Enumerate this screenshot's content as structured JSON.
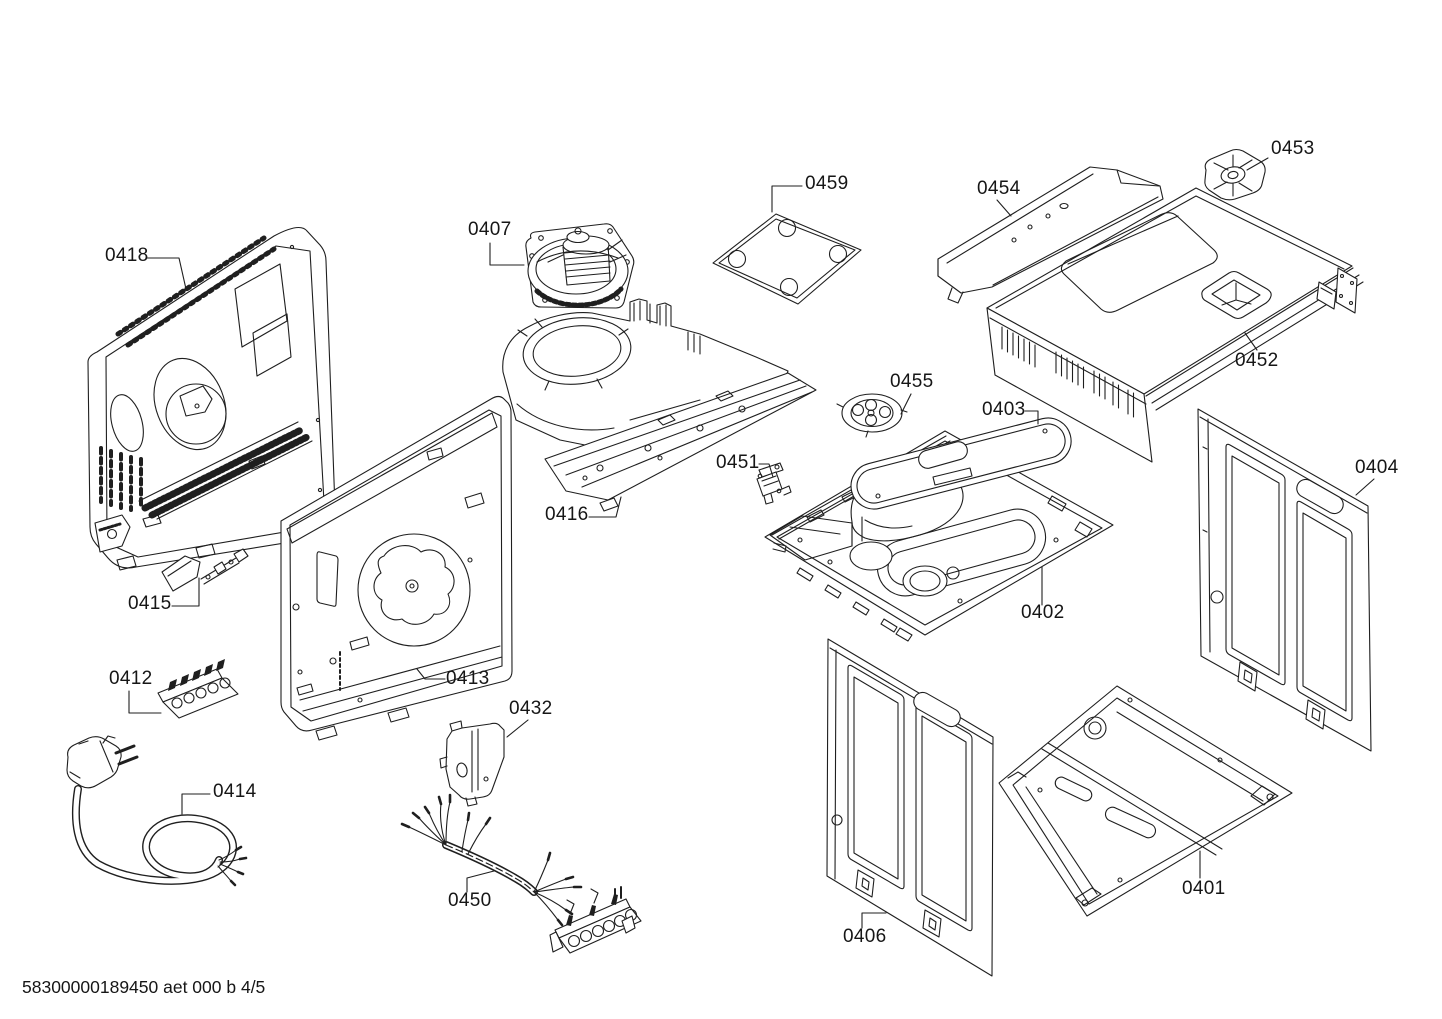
{
  "doc": {
    "footer": "58300000189450 aet 000 b 4/5",
    "background_color": "#ffffff",
    "line_color": "#1f1f1f"
  },
  "parts": {
    "p0401": "0401",
    "p0402": "0402",
    "p0403": "0403",
    "p0404": "0404",
    "p0406": "0406",
    "p0407": "0407",
    "p0412": "0412",
    "p0413": "0413",
    "p0414": "0414",
    "p0415": "0415",
    "p0416": "0416",
    "p0418": "0418",
    "p0432": "0432",
    "p0450": "0450",
    "p0451": "0451",
    "p0452": "0452",
    "p0453": "0453",
    "p0454": "0454",
    "p0455": "0455",
    "p0459": "0459"
  }
}
